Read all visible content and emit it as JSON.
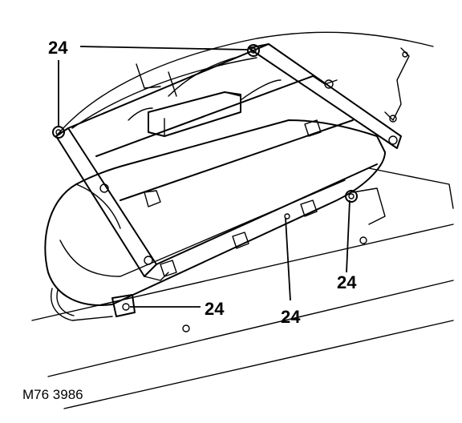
{
  "figure": {
    "reference": "M76 3986",
    "callouts": [
      {
        "label": "24"
      },
      {
        "label": "24"
      },
      {
        "label": "24"
      },
      {
        "label": "24"
      },
      {
        "label": "24"
      }
    ]
  }
}
